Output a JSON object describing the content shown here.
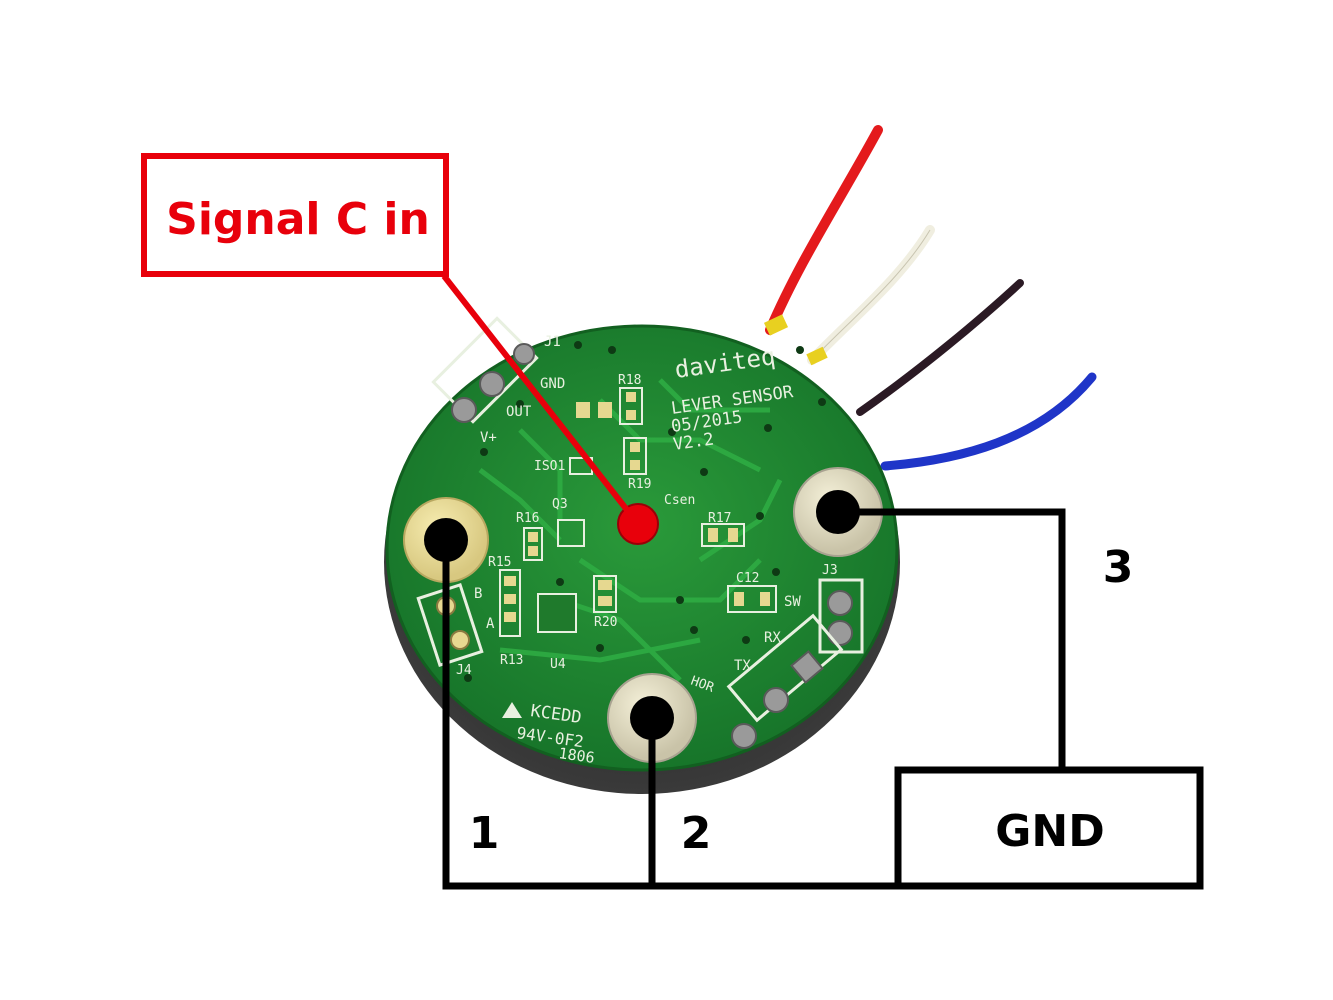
{
  "callout": {
    "label": "Signal C in",
    "color": "#e8000b"
  },
  "board": {
    "brand": "daviteq",
    "product": "LEVER SENSOR",
    "date": "05/2015",
    "version": "V2.2",
    "marking_1": "KCEDD",
    "marking_2": "94V-0F2",
    "marking_3": "1806",
    "pcb_color": "#1e8a2e",
    "silk_color": "#e8f0e0",
    "silkscreen": {
      "j1": "J1",
      "gnd": "GND",
      "out": "OUT",
      "vplus": "V+",
      "r18": "R18",
      "iso1": "ISO1",
      "r19": "R19",
      "csen": "Csen",
      "r16": "R16",
      "q3": "Q3",
      "r17": "R17",
      "r15": "R15",
      "b": "B",
      "a": "A",
      "r13": "R13",
      "u4": "U4",
      "r20": "R20",
      "c12": "C12",
      "sw": "SW",
      "j3": "J3",
      "rx": "RX",
      "tx": "TX",
      "j4": "J4",
      "hor": "HOR"
    }
  },
  "wires": [
    "#e41a1c",
    "#f0eee0",
    "#2b1a24",
    "#1f35c8"
  ],
  "connections": {
    "pad1_label": "1",
    "pad2_label": "2",
    "pad3_label": "3",
    "gnd_label": "GND"
  }
}
